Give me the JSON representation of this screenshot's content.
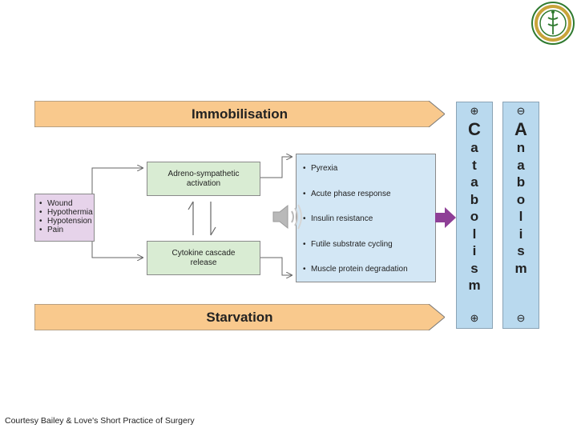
{
  "top_banner": {
    "label": "Immobilisation",
    "fill": "#f9c98d"
  },
  "bottom_banner": {
    "label": "Starvation",
    "fill": "#f9c98d"
  },
  "causes": [
    "Wound",
    "Hypothermia",
    "Hypotension",
    "Pain"
  ],
  "adreno_box": "Adreno-sympathetic activation",
  "cytokine_box": "Cytokine cascade release",
  "effects": [
    "Pyrexia",
    "Acute phase response",
    "Insulin resistance",
    "Futile substrate cycling",
    "Muscle protein degradation"
  ],
  "catabolism": {
    "sign_top": "⊕",
    "sign_bottom": "⊕",
    "letters": [
      "C",
      "a",
      "t",
      "a",
      "b",
      "o",
      "l",
      "i",
      "s",
      "m"
    ]
  },
  "anabolism": {
    "sign_top": "⊖",
    "sign_bottom": "⊖",
    "letters": [
      "A",
      "n",
      "a",
      "b",
      "o",
      "l",
      "i",
      "s",
      "m"
    ]
  },
  "colors": {
    "green": "#d9ecd3",
    "purple": "#e6d3ea",
    "blue": "#d3e7f5",
    "column": "#b9d9ee",
    "arrow": "#8e3f96"
  },
  "icons": {
    "speaker": "speaker-icon",
    "logo": "university-seal-logo"
  },
  "caption": "Courtesy Bailey & Love's Short Practice of Surgery"
}
